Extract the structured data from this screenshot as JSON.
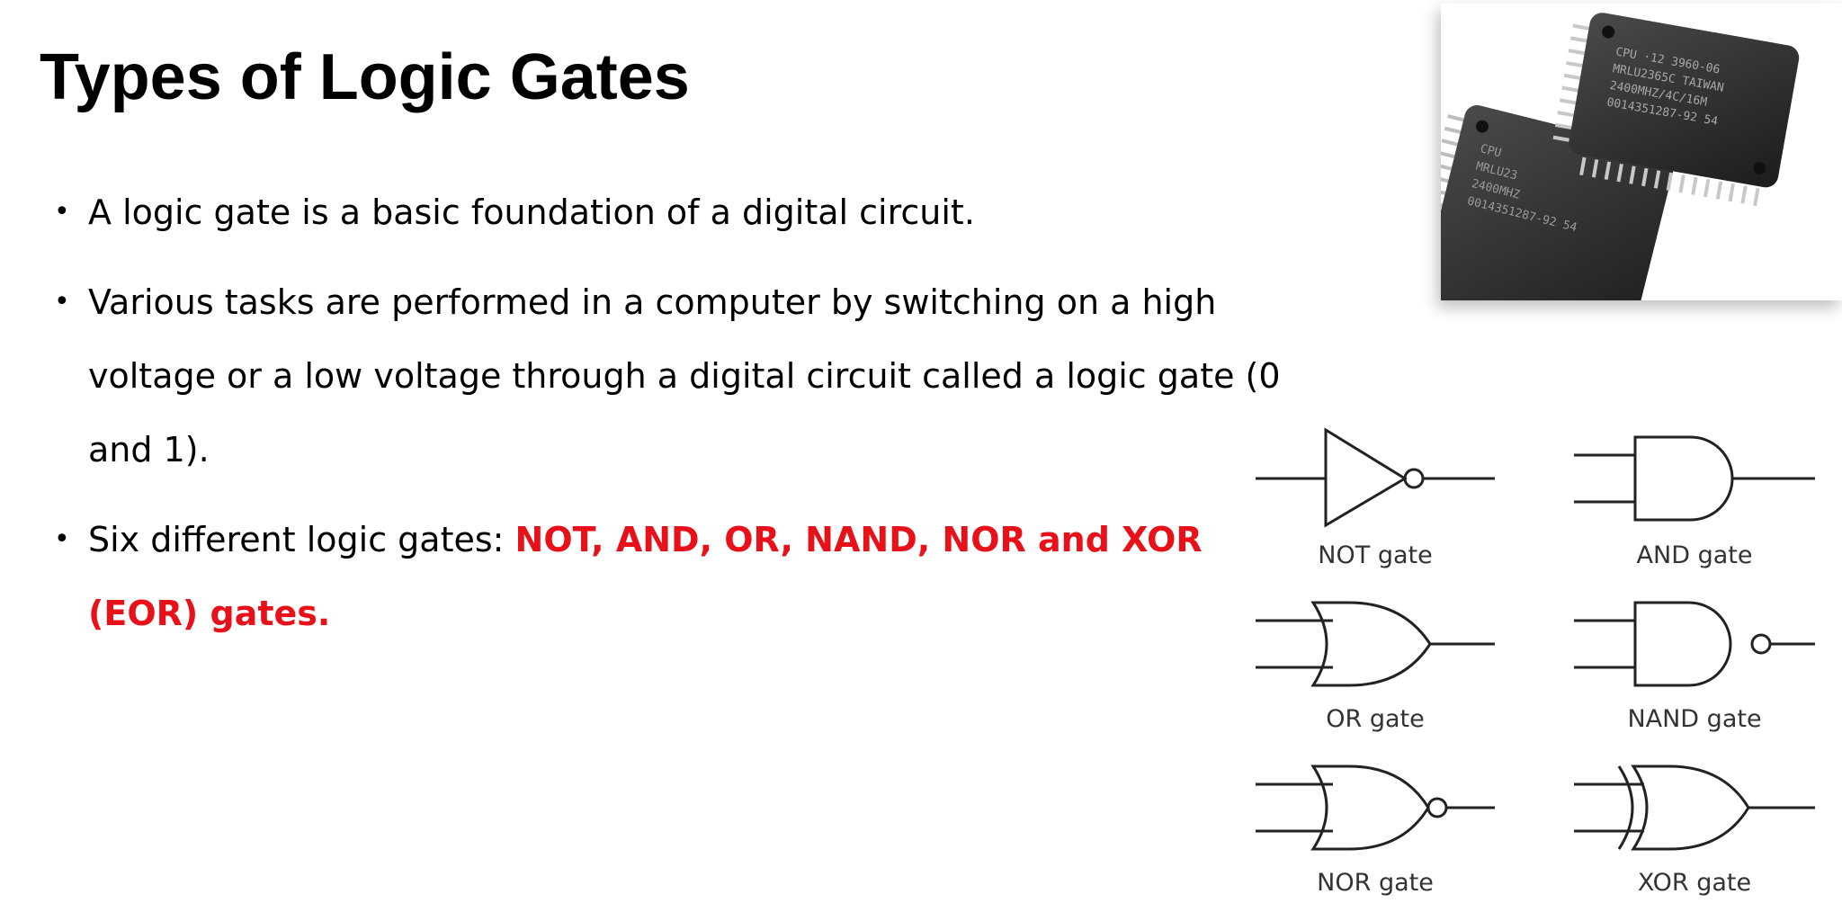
{
  "slide": {
    "title": "Types of Logic Gates",
    "bullets": [
      {
        "text": "A logic gate is a basic foundation of a digital circuit."
      },
      {
        "text": "Various tasks are performed in a computer by switching on a high voltage or a low voltage through a digital circuit called a logic gate (0 and 1)."
      },
      {
        "text": "Six different logic gates: ",
        "highlight": "NOT, AND, OR, NAND, NOR and XOR (EOR) gates."
      }
    ]
  },
  "chip_image": {
    "chips": [
      {
        "lines": [
          "CPU  ·12 3960-06",
          "MRLU2365C  TAIWAN",
          "2400MHZ/4C/16M",
          "0014351287-92 54"
        ]
      },
      {
        "lines": [
          "CPU",
          "MRLU23",
          "2400MHZ",
          "0014351287-92 54"
        ]
      }
    ]
  },
  "gates": [
    {
      "type": "NOT",
      "label": "NOT gate"
    },
    {
      "type": "AND",
      "label": "AND gate"
    },
    {
      "type": "OR",
      "label": "OR gate"
    },
    {
      "type": "NAND",
      "label": "NAND gate"
    },
    {
      "type": "NOR",
      "label": "NOR gate"
    },
    {
      "type": "XOR",
      "label": "XOR gate"
    }
  ],
  "colors": {
    "highlight": "#e8111a",
    "text": "#000000",
    "gate_stroke": "#222222"
  }
}
